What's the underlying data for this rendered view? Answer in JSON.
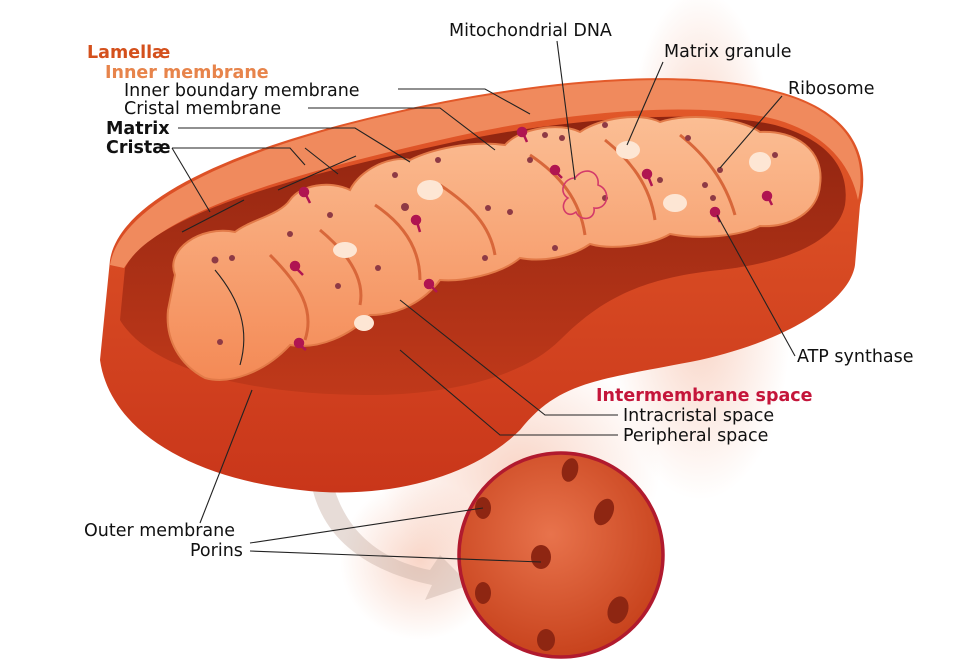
{
  "colors": {
    "outer_membrane": "#d9431c",
    "outer_membrane_light": "#ef8a5e",
    "intermembrane_space": "#b5300f",
    "matrix_fill": "#f7a06f",
    "matrix_light": "#fbc29b",
    "ribosome_dot": "#8e3a45",
    "atp_synthase": "#b01551",
    "label_orange": "#d4501c",
    "label_light_orange": "#e7844b",
    "label_crimson": "#c4153a",
    "label_dark": "#111111"
  },
  "labels": {
    "lamellae": "Lamellæ",
    "inner_membrane": "Inner membrane",
    "inner_boundary_membrane": "Inner boundary membrane",
    "cristal_membrane": "Cristal membrane",
    "matrix": "Matrix",
    "cristae": "Cristæ",
    "mitochondrial_dna": "Mitochondrial DNA",
    "matrix_granule": "Matrix granule",
    "ribosome": "Ribosome",
    "atp_synthase": "ATP synthase",
    "intermembrane_space": "Intermembrane space",
    "intracristal_space": "Intracristal space",
    "peripheral_space": "Peripheral space",
    "outer_membrane": "Outer membrane",
    "porins": "Porins"
  }
}
